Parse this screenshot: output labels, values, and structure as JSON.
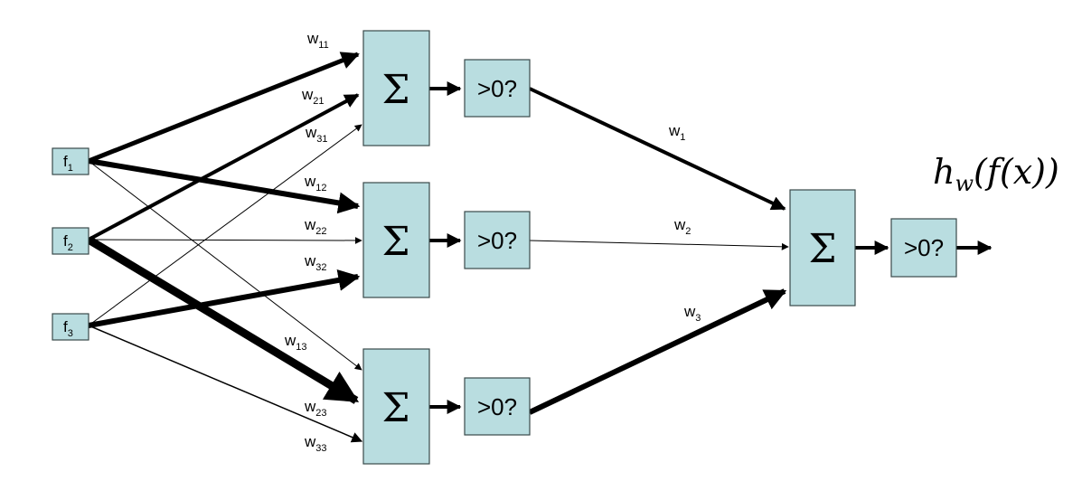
{
  "features": [
    {
      "base": "f",
      "sub": "1"
    },
    {
      "base": "f",
      "sub": "2"
    },
    {
      "base": "f",
      "sub": "3"
    }
  ],
  "sum_symbol": "Σ",
  "threshold_label": ">0?",
  "input_weights": [
    {
      "base": "w",
      "sub": "11"
    },
    {
      "base": "w",
      "sub": "21"
    },
    {
      "base": "w",
      "sub": "31"
    },
    {
      "base": "w",
      "sub": "12"
    },
    {
      "base": "w",
      "sub": "22"
    },
    {
      "base": "w",
      "sub": "32"
    },
    {
      "base": "w",
      "sub": "13"
    },
    {
      "base": "w",
      "sub": "23"
    },
    {
      "base": "w",
      "sub": "33"
    }
  ],
  "output_weights": [
    {
      "base": "w",
      "sub": "1"
    },
    {
      "base": "w",
      "sub": "2"
    },
    {
      "base": "w",
      "sub": "3"
    }
  ],
  "output_formula": {
    "h": "h",
    "w": "w",
    "rest": "(f(x))"
  }
}
